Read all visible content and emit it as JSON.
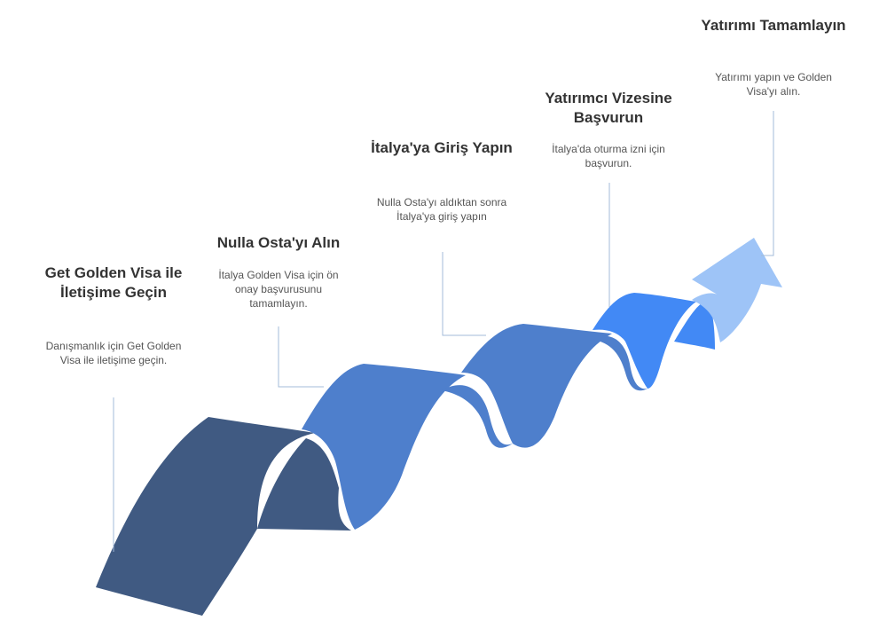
{
  "colors": {
    "step1": "#405a82",
    "step2": "#4e7fcc",
    "step3": "#4e7fcc",
    "step4": "#4289f5",
    "step5": "#9ec4f7",
    "leader_line": "#a3bbd9"
  },
  "steps": [
    {
      "title": "Get Golden Visa ile İletişime Geçin",
      "description": "Danışmanlık için Get Golden Visa ile iletişime geçin."
    },
    {
      "title": "Nulla Osta'yı Alın",
      "description": "İtalya Golden Visa için ön onay başvurusunu tamamlayın."
    },
    {
      "title": "İtalya'ya Giriş Yapın",
      "description": "Nulla Osta'yı aldıktan sonra İtalya'ya giriş yapın"
    },
    {
      "title": "Yatırımcı Vizesine Başvurun",
      "description": "İtalya'da oturma izni için başvurun."
    },
    {
      "title": "Yatırımı Tamamlayın",
      "description": "Yatırımı yapın ve Golden Visa'yı alın."
    }
  ]
}
